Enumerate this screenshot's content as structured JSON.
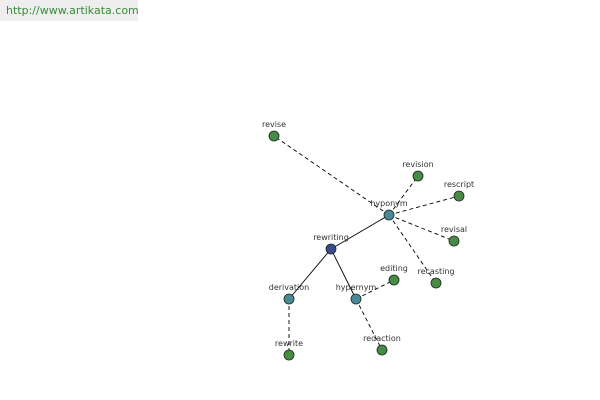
{
  "source": {
    "url_text": "http://www.artikata.com"
  },
  "colors": {
    "root": "#3a4a8a",
    "relation": "#4a8a98",
    "leaf": "#4a8a48",
    "edge": "#000000",
    "node_stroke": "#1a2a1a",
    "link": "#3a8a3a"
  },
  "graph": {
    "nodes": [
      {
        "id": "rewriting",
        "label": "rewriting",
        "kind": "root"
      },
      {
        "id": "hyponym",
        "label": "hyponym",
        "kind": "relation"
      },
      {
        "id": "derivation",
        "label": "derivation",
        "kind": "relation"
      },
      {
        "id": "hypernym",
        "label": "hypernym",
        "kind": "relation"
      },
      {
        "id": "revise",
        "label": "revise",
        "kind": "leaf"
      },
      {
        "id": "revision",
        "label": "revision",
        "kind": "leaf"
      },
      {
        "id": "rescript",
        "label": "rescript",
        "kind": "leaf"
      },
      {
        "id": "revisal",
        "label": "revisal",
        "kind": "leaf"
      },
      {
        "id": "recasting",
        "label": "recasting",
        "kind": "leaf"
      },
      {
        "id": "editing",
        "label": "editing",
        "kind": "leaf"
      },
      {
        "id": "rewrite",
        "label": "rewrite",
        "kind": "leaf"
      },
      {
        "id": "redaction",
        "label": "redaction",
        "kind": "leaf"
      }
    ],
    "edges": [
      {
        "from": "rewriting",
        "to": "hyponym",
        "style": "solid"
      },
      {
        "from": "rewriting",
        "to": "derivation",
        "style": "solid"
      },
      {
        "from": "rewriting",
        "to": "hypernym",
        "style": "solid"
      },
      {
        "from": "hyponym",
        "to": "revise",
        "style": "dashed"
      },
      {
        "from": "hyponym",
        "to": "revision",
        "style": "dashed"
      },
      {
        "from": "hyponym",
        "to": "rescript",
        "style": "dashed"
      },
      {
        "from": "hyponym",
        "to": "revisal",
        "style": "dashed"
      },
      {
        "from": "hyponym",
        "to": "recasting",
        "style": "dashed"
      },
      {
        "from": "hypernym",
        "to": "editing",
        "style": "dashed"
      },
      {
        "from": "hypernym",
        "to": "redaction",
        "style": "dashed"
      },
      {
        "from": "derivation",
        "to": "rewrite",
        "style": "dashed"
      }
    ]
  }
}
